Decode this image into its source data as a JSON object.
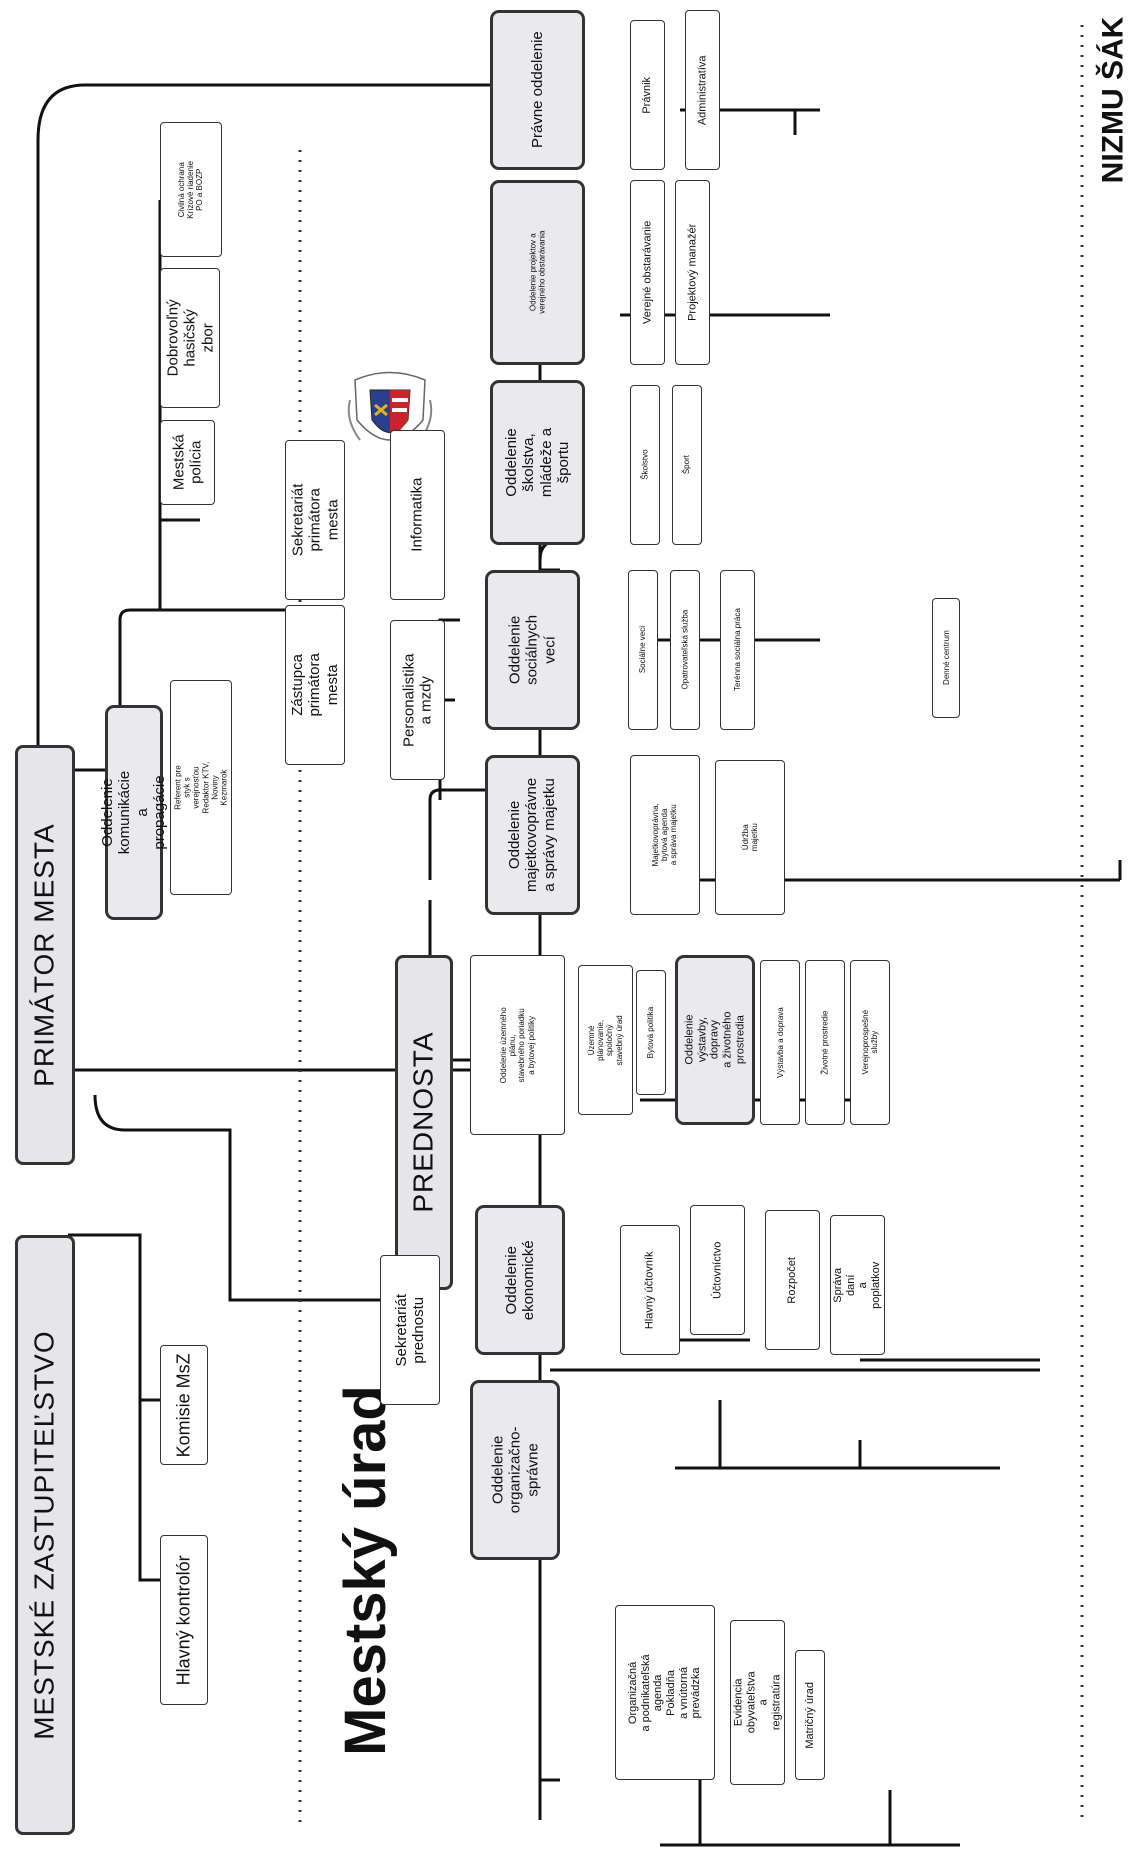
{
  "top_title_fragment": "NIZMU ŠÁK",
  "section_title": "Mestský úrad",
  "nodes": {
    "mestske_zastupitelstvo": "MESTSKÉ ZASTUPITEĽSTVO",
    "primator": "PRIMÁTOR MESTA",
    "prednosta": "PREDNOSTA",
    "hlavny_kontrolor": "Hlavný kontrolór",
    "komisie": "Komisie MsZ",
    "sekretariat_prednostu": "Sekretariát\nprednostu",
    "odd_komunikacie": "Oddelenie komunikácie\na propagácie",
    "referent": "Referent pre styk s verejnosťou\nRedaktor KTV,\nNoviny Kezmarok",
    "zastupca": "Zástupca\nprimátora mesta",
    "sekretariat_primatora": "Sekretariát\nprimátora mesta",
    "mestska_policia": "Mestská\npolícia",
    "hasicsky_zbor": "Dobrovoľný\nhasičský zbor",
    "civilna_ochrana": "Civilná ochrana\nKrízové riadenie\nPO a BOZP",
    "personalistika": "Personalistika\na mzdy",
    "informatika": "Informatika",
    "odd_organizacne": "Oddelenie\norganizačno-správne",
    "organizacna_agenda": "Organizačná\na podnikateľská agenda\nPokladňa\na vnútorná prevádzka",
    "evidencia": "Evidencia obyvateľstva\na registratúra",
    "matricny": "Matričný úrad",
    "odd_ekonomicke": "Oddelenie\nekonomické",
    "hlavny_uctovnik": "Hlavný účtovník",
    "uctovnictvo": "Účtovníctvo",
    "rozpocet": "Rozpočet",
    "sprava_dani": "Správa daní\na poplatkov",
    "odd_uzemneho": "Oddelenie územného plánu,\nstavebného poriadku\na bytovej politiky",
    "uzemne_planovanie": "Územné plánovanie,\nspoločný stavebný úrad",
    "bytova_politika": "Bytová politika",
    "odd_vystavby": "Oddelenie výstavby,\ndopravy\na životného prostredia",
    "vystavba_doprava": "Výstavba a doprava",
    "zivotne_prostredie": "Životné prostredie",
    "verejnoprospesne": "Verejnoprospešné\nslužby",
    "odd_majetkovo": "Oddelenie\nmajetkovoprávne\na správy majetku",
    "majetkovopravna": "Majetkovoprávna,\nbytová agenda\na správa majetku",
    "udrzba": "Údržba\nmajetku",
    "odd_socialnych": "Oddelenie\nsociálnych vecí",
    "socialne_veci": "Sociálne veci",
    "opatrovatelska": "Opatrovateľská služba",
    "terenna": "Terénna sociálna práca",
    "denne_centrum": "Denné centrum",
    "odd_skolstva": "Oddelenie\nškolstva,\nmládeže a športu",
    "skolstvo": "Školstvo",
    "sport": "Šport",
    "odd_projektov": "Oddelenie projektov a\nverejného obstarávania",
    "verejne_obstaravanie": "Verejné obstarávanie",
    "projektovy_manazer": "Projektový manažér",
    "pravne_oddelenie": "Právne oddelenie",
    "pravnik": "Právnik",
    "administrativa": "Administratíva"
  }
}
